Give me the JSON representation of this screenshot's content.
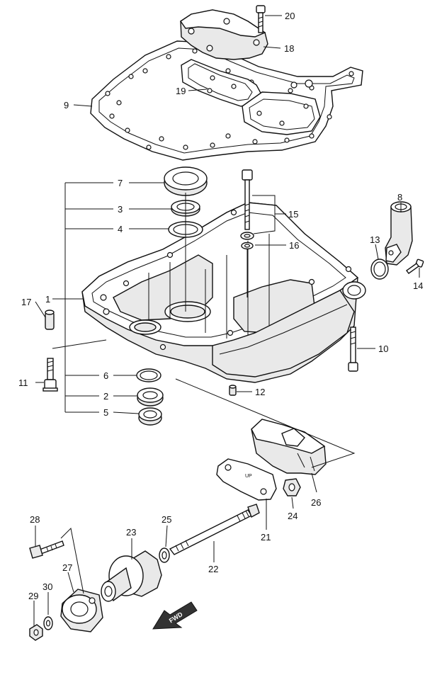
{
  "callouts": [
    {
      "id": "c20",
      "text": "20"
    },
    {
      "id": "c18",
      "text": "18"
    },
    {
      "id": "c9",
      "text": "9"
    },
    {
      "id": "c19",
      "text": "19"
    },
    {
      "id": "c7",
      "text": "7"
    },
    {
      "id": "c3",
      "text": "3"
    },
    {
      "id": "c4",
      "text": "4"
    },
    {
      "id": "c15",
      "text": "15"
    },
    {
      "id": "c16",
      "text": "16"
    },
    {
      "id": "c8",
      "text": "8"
    },
    {
      "id": "c13",
      "text": "13"
    },
    {
      "id": "c14",
      "text": "14"
    },
    {
      "id": "c1",
      "text": "1"
    },
    {
      "id": "c17",
      "text": "17"
    },
    {
      "id": "c10",
      "text": "10"
    },
    {
      "id": "c11",
      "text": "11"
    },
    {
      "id": "c6",
      "text": "6"
    },
    {
      "id": "c2",
      "text": "2"
    },
    {
      "id": "c5",
      "text": "5"
    },
    {
      "id": "c12",
      "text": "12"
    },
    {
      "id": "c26",
      "text": "26"
    },
    {
      "id": "c24",
      "text": "24"
    },
    {
      "id": "c21",
      "text": "21"
    },
    {
      "id": "c28",
      "text": "28"
    },
    {
      "id": "c23",
      "text": "23"
    },
    {
      "id": "c25",
      "text": "25"
    },
    {
      "id": "c22",
      "text": "22"
    },
    {
      "id": "c27",
      "text": "27"
    },
    {
      "id": "c29",
      "text": "29"
    },
    {
      "id": "c30",
      "text": "30"
    }
  ],
  "plate_mark": "UP",
  "fwd_mark": "FWD"
}
